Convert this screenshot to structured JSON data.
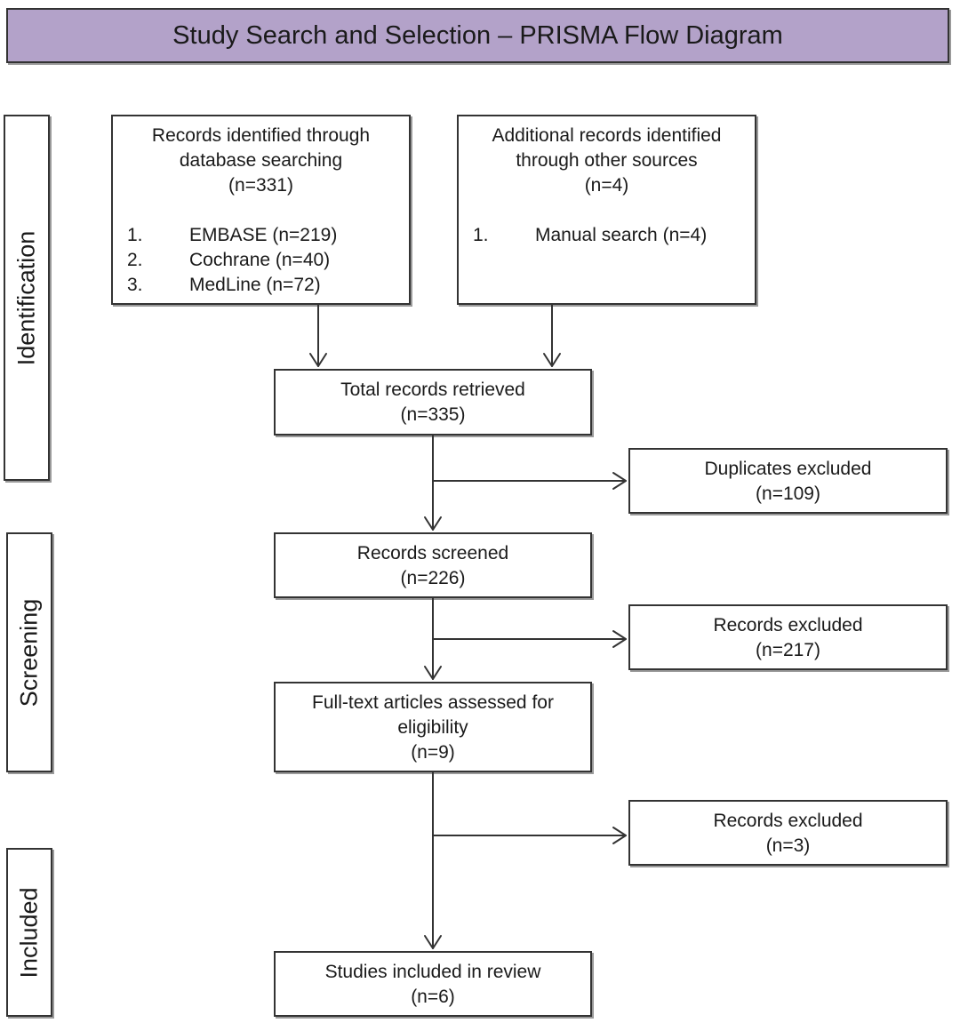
{
  "title": "Study Search and Selection – PRISMA Flow Diagram",
  "phases": {
    "identification": "Identification",
    "screening": "Screening",
    "included": "Included"
  },
  "database": {
    "line1": "Records identified through",
    "line2": "database searching",
    "count": "(n=331)",
    "items": [
      {
        "num": "1.",
        "label": "EMBASE (n=219)"
      },
      {
        "num": "2.",
        "label": "Cochrane (n=40)"
      },
      {
        "num": "3.",
        "label": "MedLine (n=72)"
      }
    ]
  },
  "other_sources": {
    "line1": "Additional records identified",
    "line2": "through other sources",
    "count": "(n=4)",
    "items": [
      {
        "num": "1.",
        "label": "Manual search (n=4)"
      }
    ]
  },
  "total": {
    "line1": "Total records retrieved",
    "count": "(n=335)"
  },
  "duplicates": {
    "line1": "Duplicates excluded",
    "count": "(n=109)"
  },
  "screened": {
    "line1": "Records screened",
    "count": "(n=226)"
  },
  "excluded_screen": {
    "line1": "Records excluded",
    "count": "(n=217)"
  },
  "fulltext": {
    "line1": "Full-text articles assessed for",
    "line2": "eligibility",
    "count": "(n=9)"
  },
  "excluded_fulltext": {
    "line1": "Records excluded",
    "count": "(n=3)"
  },
  "included": {
    "line1": "Studies included in review",
    "count": "(n=6)"
  }
}
